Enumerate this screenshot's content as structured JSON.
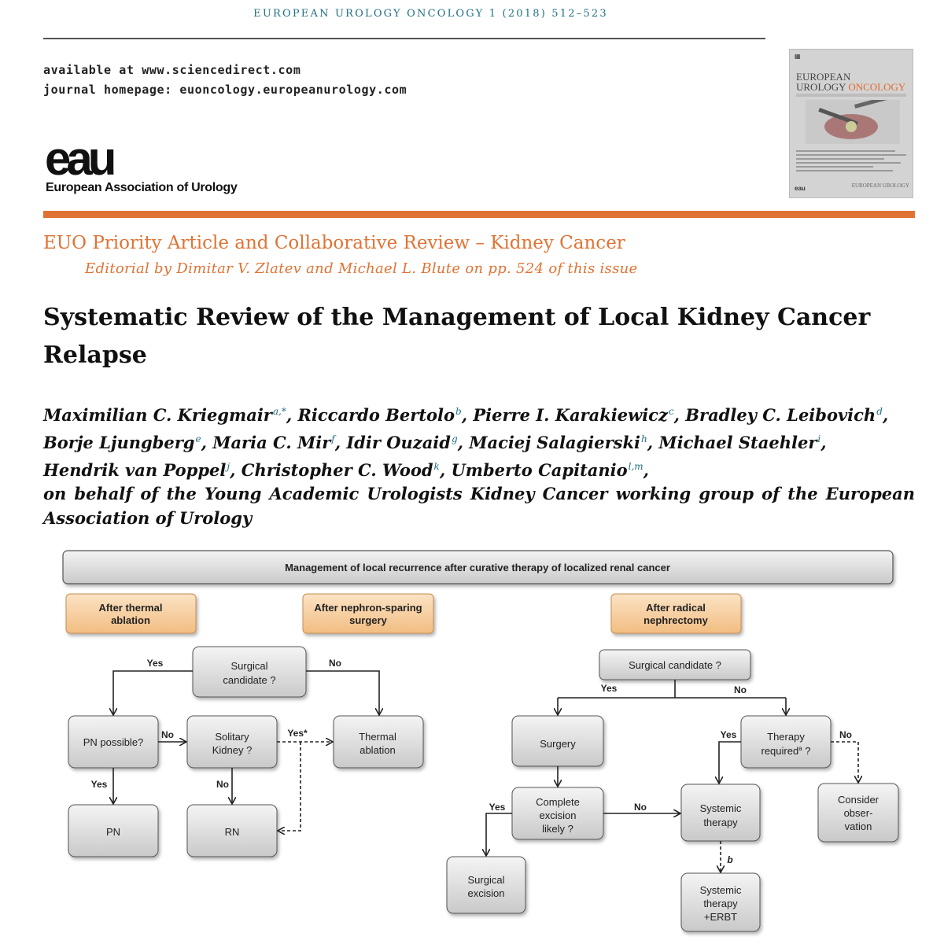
{
  "header": {
    "running_head": "EUROPEAN UROLOGY ONCOLOGY 1 (2018) 512–523",
    "available": "available at www.sciencedirect.com",
    "homepage": "journal homepage: euoncology.europeanurology.com",
    "eau_logo_text": "eau",
    "eau_name": "European Association of Urology"
  },
  "cover": {
    "title_line1": "EUROPEAN",
    "title_line2_a": "UROLOGY ",
    "title_line2_b": "ONCOLOGY",
    "footer_logo": "eau",
    "footer_brand": "EUROPEAN UROLOGY"
  },
  "article": {
    "section": "EUO Priority Article and Collaborative Review – Kidney Cancer",
    "editorial": "Editorial by Dimitar V. Zlatev and Michael L. Blute on pp. 524 of this issue",
    "title": "Systematic Review of the Management of Local Kidney Cancer Relapse",
    "authors": [
      {
        "name": "Maximilian C. Kriegmair",
        "aff": "a,*"
      },
      {
        "name": "Riccardo Bertolo",
        "aff": "b"
      },
      {
        "name": "Pierre I. Karakiewicz",
        "aff": "c"
      },
      {
        "name": "Bradley C. Leibovich",
        "aff": "d"
      },
      {
        "name": "Borje Ljungberg",
        "aff": "e"
      },
      {
        "name": "Maria C. Mir",
        "aff": "f"
      },
      {
        "name": "Idir Ouzaid",
        "aff": "g"
      },
      {
        "name": "Maciej Salagierski",
        "aff": "h"
      },
      {
        "name": "Michael Staehler",
        "aff": "i"
      },
      {
        "name": "Hendrik van Poppel",
        "aff": "j"
      },
      {
        "name": "Christopher C. Wood",
        "aff": "k"
      },
      {
        "name": "Umberto Capitanio",
        "aff": "l,m"
      }
    ],
    "on_behalf": "on behalf of the Young Academic Urologists Kidney Cancer working group of the European Association of Urology"
  },
  "flowchart": {
    "main_title": "Management of local recurrence after curative therapy of localized renal cancer",
    "cat_thermal": [
      "After thermal",
      "ablation"
    ],
    "cat_nephron": [
      "After nephron-sparing",
      "surgery"
    ],
    "cat_radical": [
      "After radical",
      "nephrectomy"
    ],
    "left": {
      "surgical_candidate": [
        "Surgical",
        "candidate ?"
      ],
      "pn_possible": "PN possible?",
      "solitary_kidney": [
        "Solitary",
        "Kidney ?"
      ],
      "thermal_ablation": [
        "Thermal",
        "ablation"
      ],
      "pn": "PN",
      "rn": "RN",
      "yes": "Yes",
      "no": "No",
      "yes_star": "Yes*"
    },
    "right": {
      "surgical_candidate": "Surgical candidate ?",
      "surgery": "Surgery",
      "therapy_required_a": "Therapy",
      "therapy_required_b": "required",
      "therapy_required_sup": "a",
      "therapy_required_c": " ?",
      "complete_excision": [
        "Complete",
        "excision",
        "likely ?"
      ],
      "systemic_therapy": [
        "Systemic",
        "therapy"
      ],
      "consider_observation": [
        "Consider",
        "obser-",
        "vation"
      ],
      "surgical_excision": [
        "Surgical",
        "excision"
      ],
      "systemic_erbt": [
        "Systemic",
        "therapy",
        "+ERBT"
      ],
      "yes": "Yes",
      "no": "No",
      "b_mark": "b"
    }
  }
}
